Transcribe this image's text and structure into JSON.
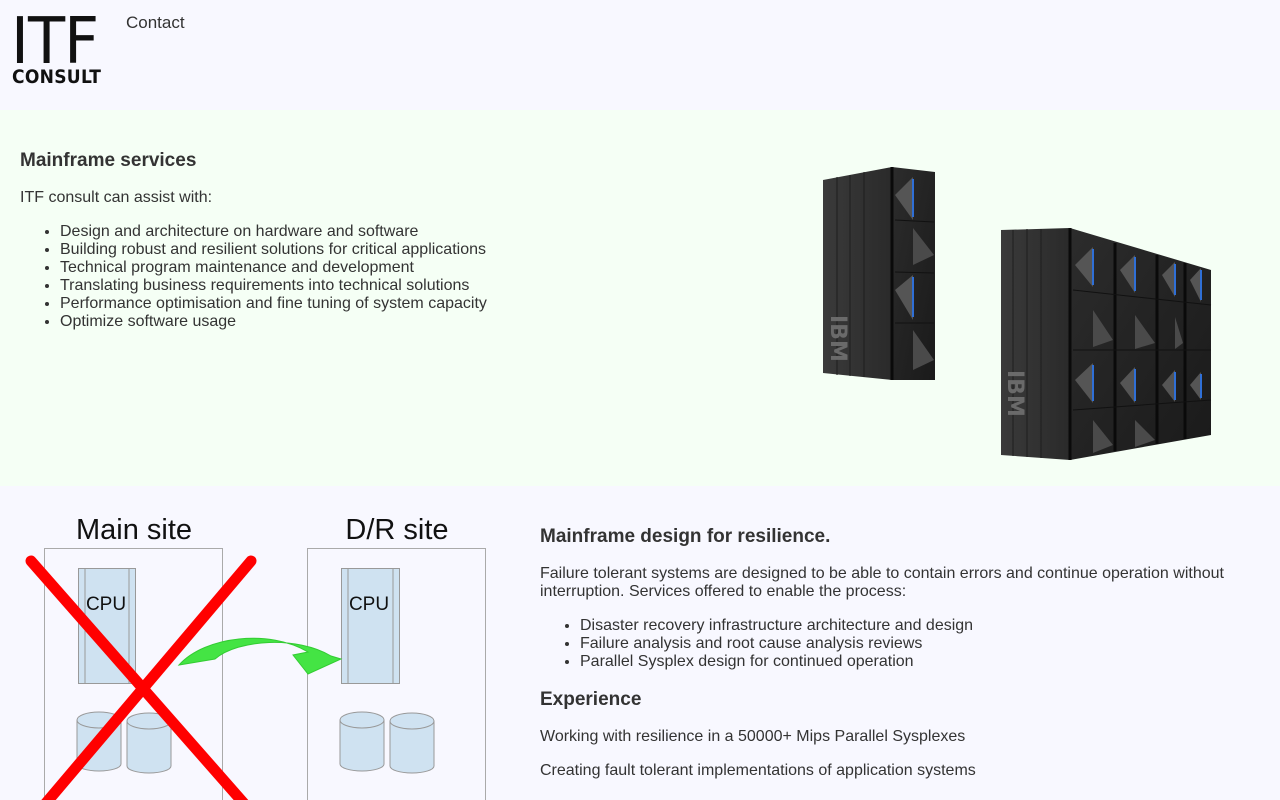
{
  "header": {
    "logo": {
      "line1": "ITF",
      "line2": "CONSULT"
    },
    "nav": [
      {
        "label": "Contact"
      }
    ]
  },
  "services": {
    "title": "Mainframe services",
    "intro": "ITF consult can assist with:",
    "items": [
      "Design and architecture on hardware and software",
      "Building robust and resilient solutions for critical applications",
      "Technical program maintenance and development",
      "Translating business requirements into technical solutions",
      "Performance optimisation and fine tuning of system capacity",
      "Optimize software usage"
    ],
    "image": {
      "alt": "IBM mainframe cabinets",
      "brand_text": "IBM"
    }
  },
  "resilience": {
    "diagram": {
      "main_site_label": "Main site",
      "dr_site_label": "D/R site",
      "cpu_label": "CPU",
      "colors": {
        "cross": "#ff0000",
        "arrow": "#44e444",
        "box_fill": "#cfe2f1"
      }
    },
    "title": "Mainframe design for resilience.",
    "intro": "Failure tolerant systems are designed to be able to contain errors and continue operation without interruption. Services offered to enable the process:",
    "items": [
      "Disaster recovery infrastructure architecture and design",
      "Failure analysis and root cause analysis reviews",
      "Parallel Sysplex design for continued operation"
    ],
    "experience_title": "Experience",
    "experience": [
      "Working with resilience in a 50000+ Mips Parallel Sysplexes",
      "Creating fault tolerant implementations of application systems"
    ]
  }
}
